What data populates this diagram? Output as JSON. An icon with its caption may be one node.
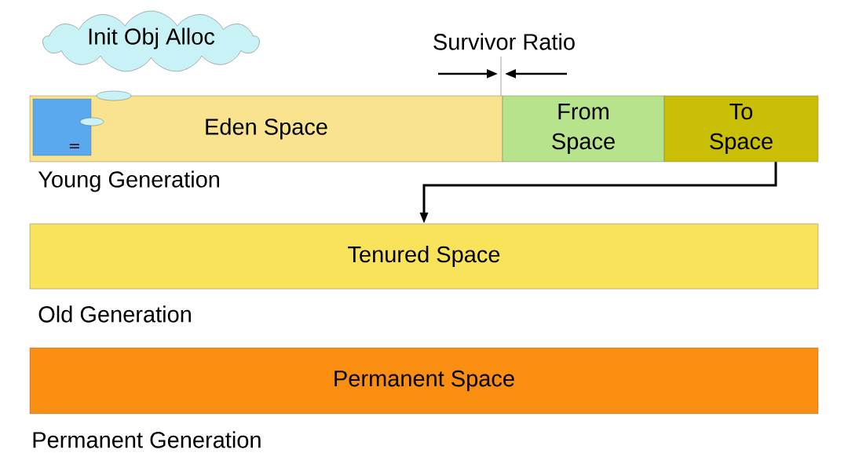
{
  "diagram": {
    "nodes": [
      {
        "text": [
          "Init Obj Alloc"
        ]
      },
      {
        "text": [
          "Eden Space"
        ]
      },
      {
        "text": [],
        "shape": "box",
        "in": 1
      },
      {
        "text": [
          "From Space"
        ]
      },
      {
        "text": [
          "To Space"
        ]
      },
      {
        "text": [
          "Tenured Space"
        ]
      },
      {
        "text": [
          "Permanent Space"
        ]
      }
    ],
    "edges": [
      {
        "from": 4,
        "to": 5,
        "arrow": "to"
      }
    ],
    "labels": [
      "Survivor Ratio",
      "Young Generation",
      "Old Generation",
      "Permanent Generation"
    ]
  }
}
